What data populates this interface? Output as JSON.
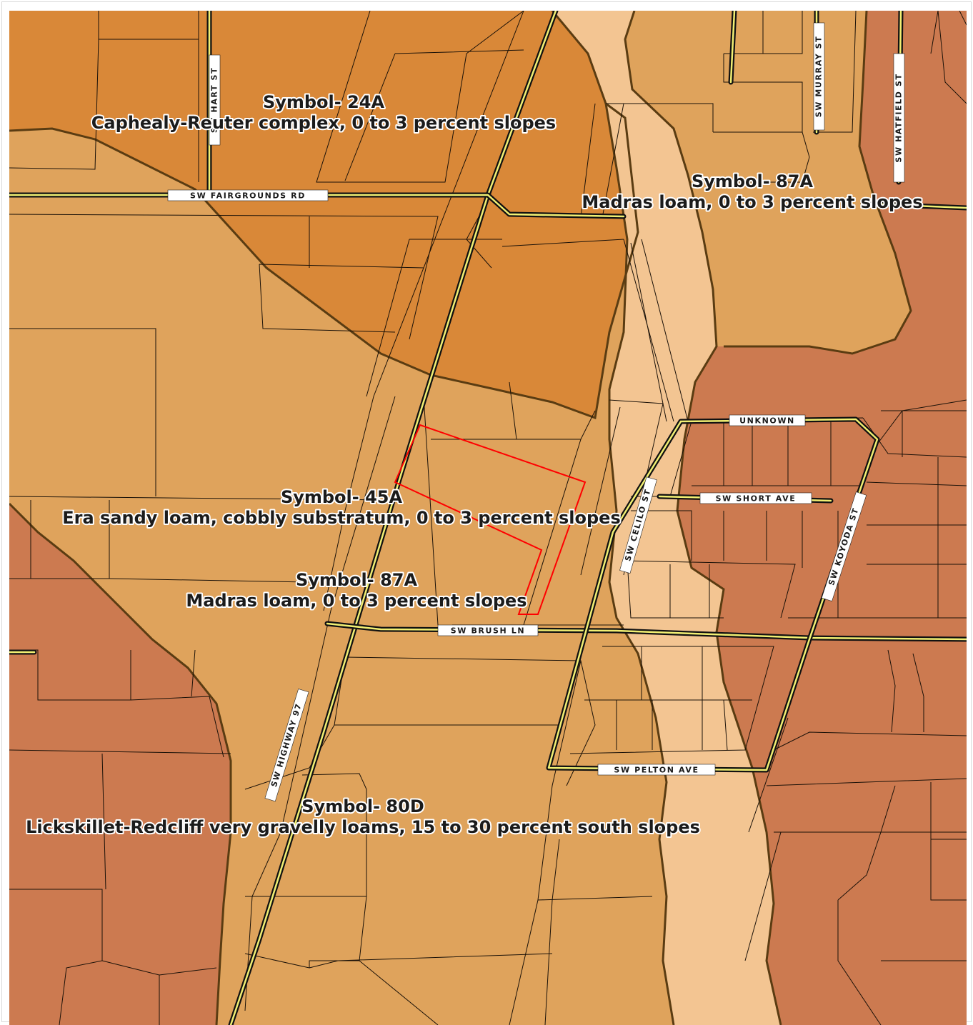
{
  "map": {
    "colors": {
      "soil_24A": "#d98838",
      "soil_87A": "#dfa35c",
      "soil_80D": "#cc7a50",
      "soil_45A": "#f3c592",
      "soil_border": "#5a3c12",
      "road_fill": "#f1ef73",
      "road_casing": "#111111",
      "subject_parcel": "#ff0000",
      "parcel_lines": "#1a1108"
    },
    "soil_units": [
      {
        "symbol": "Symbol- 24A",
        "description": "Caphealy-Reuter complex, 0 to 3 percent slopes"
      },
      {
        "symbol": "Symbol- 87A",
        "description": "Madras loam, 0 to 3 percent slopes"
      },
      {
        "symbol": "Symbol- 45A",
        "description": "Era sandy loam, cobbly substratum, 0 to 3 percent slopes"
      },
      {
        "symbol": "Symbol- 87A",
        "description": "Madras loam, 0 to 3 percent slopes"
      },
      {
        "symbol": "Symbol- 80D",
        "description": "Lickskillet-Redcliff very gravelly loams, 15 to 30 percent south slopes"
      }
    ],
    "roads": {
      "fairgrounds": "SW FAIRGROUNDS RD",
      "hart": "SW HART ST",
      "murray": "SW MURRAY ST",
      "hatfield": "SW HATFIELD ST",
      "unknown": "UNKNOWN",
      "short": "SW SHORT AVE",
      "celilo": "SW CELILO ST",
      "koyoda": "SW KOYODA ST",
      "brush": "SW BRUSH LN",
      "highway": "SW HIGHWAY 97",
      "pelton": "SW PELTON AVE"
    }
  }
}
